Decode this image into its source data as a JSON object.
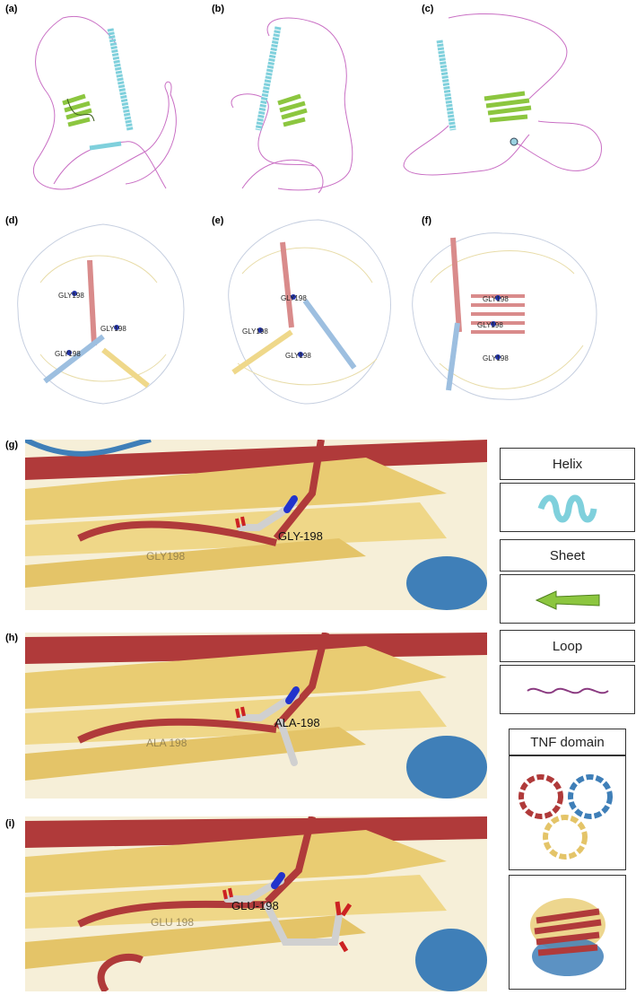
{
  "panel_labels": {
    "a": "(a)",
    "b": "(b)",
    "c": "(c)",
    "d": "(d)",
    "e": "(e)",
    "f": "(f)",
    "g": "(g)",
    "h": "(h)",
    "i": "(i)"
  },
  "trimer_labels": {
    "d": [
      "GLY198",
      "GLY198",
      "GLY198"
    ],
    "e": [
      "GLY198",
      "GLY198",
      "GLY198"
    ],
    "f": [
      "GLY198",
      "GLY198",
      "GLY198"
    ]
  },
  "zoom_labels": {
    "g": {
      "residue": "GLY-198",
      "faded": "GLY198"
    },
    "h": {
      "residue": "ALA-198",
      "faded": "ALA 198"
    },
    "i": {
      "residue": "GLU-198",
      "faded": "GLU 198"
    }
  },
  "legend": {
    "helix": "Helix",
    "sheet": "Sheet",
    "loop": "Loop",
    "tnf": "TNF domain"
  },
  "colors": {
    "helix": "#7fd0dc",
    "sheet": "#8cc63f",
    "loop": "#c96fc4",
    "chain_red": "#b03a3a",
    "chain_blue": "#3f7fb8",
    "chain_yellow": "#e8cf7a"
  }
}
